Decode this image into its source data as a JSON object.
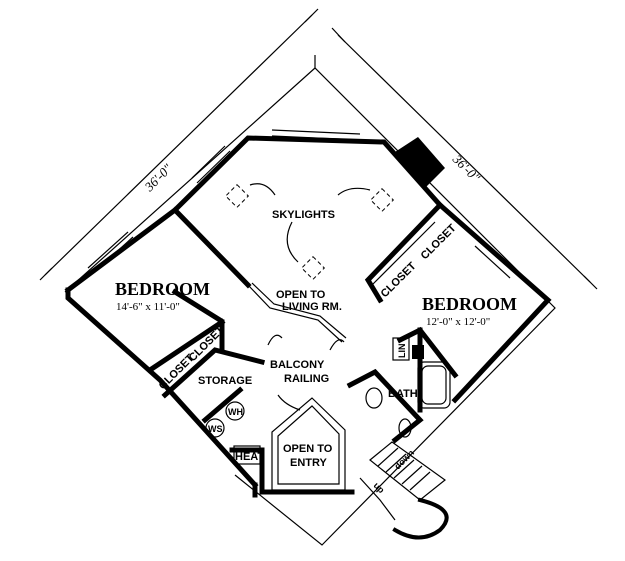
{
  "diagram": {
    "dimensions": {
      "left": "36'-0\"",
      "right": "36'-0\""
    },
    "rooms": {
      "bedroom_left": {
        "name": "BEDROOM",
        "size": "14'-6\" x 11'-0\""
      },
      "bedroom_right": {
        "name": "BEDROOM",
        "size": "12'-0\" x 12'-0\""
      }
    },
    "labels": {
      "skylights": "SKYLIGHTS",
      "open_living_1": "OPEN TO",
      "open_living_2": "LIVING RM.",
      "balcony": "BALCONY",
      "railing": "RAILING",
      "storage": "STORAGE",
      "closet_1": "CLOSET",
      "closet_2": "CLOSET",
      "closet_3": "CLOSET",
      "closet_4": "CLOSET",
      "wh": "WH",
      "ws": "WS",
      "heat": "HEAT",
      "open_entry_1": "OPEN TO",
      "open_entry_2": "ENTRY",
      "bath": "BATH",
      "lin": "LIN",
      "down": "down",
      "up": "up"
    }
  }
}
